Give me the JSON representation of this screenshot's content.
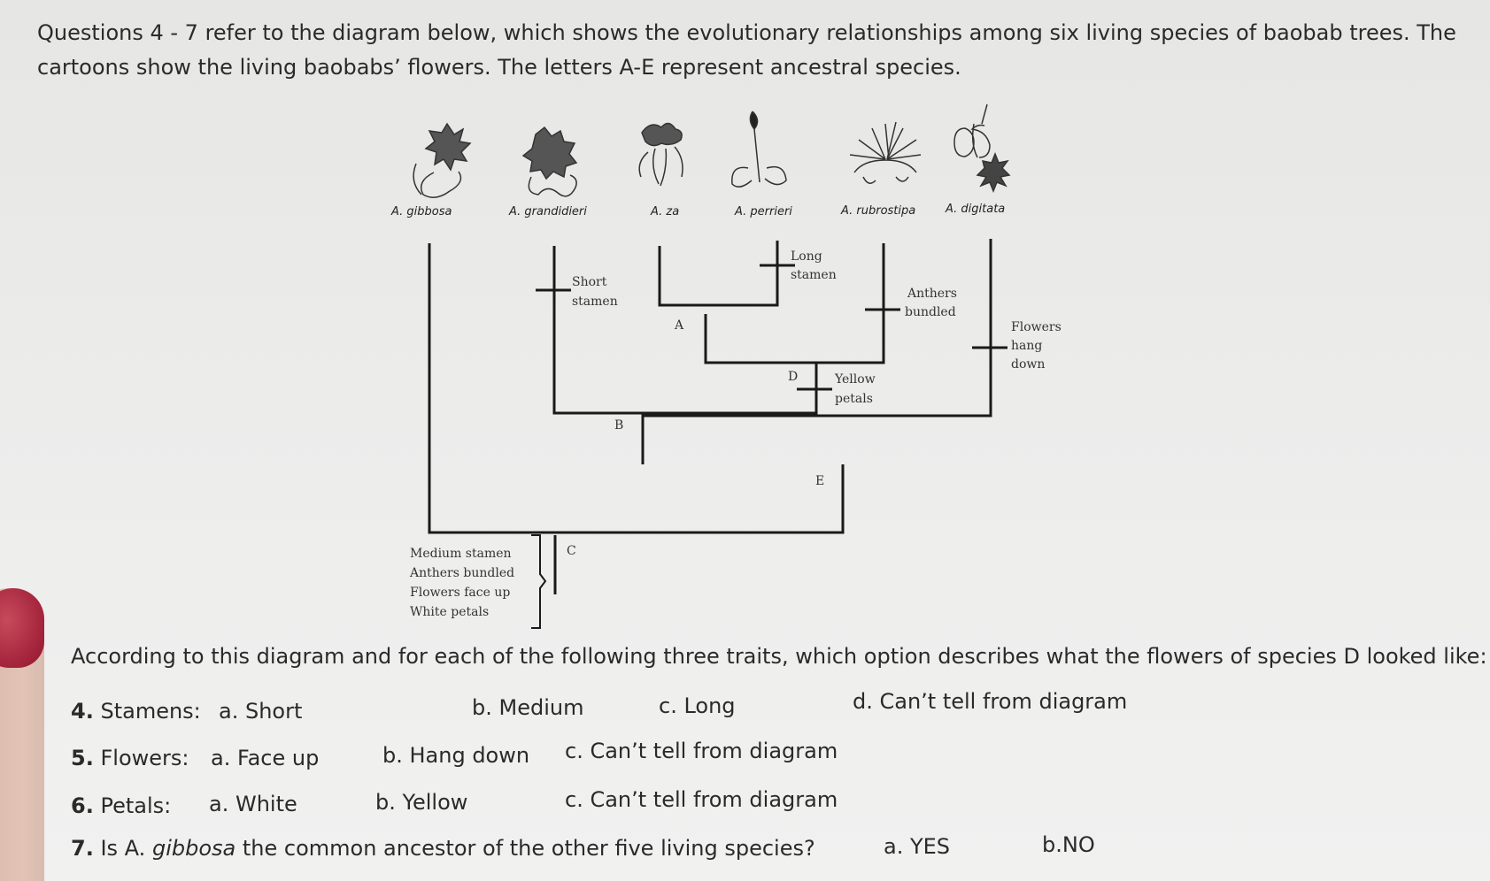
{
  "intro": "Questions 4 - 7 refer to the diagram below, which shows the evolutionary relationships among six living species of baobab trees. The cartoons show the living baobabs’ flowers. The letters A-E represent ancestral species.",
  "diagram": {
    "species": [
      "A. gibbosa",
      "A. grandidieri",
      "A. za",
      "A. perrieri",
      "A. rubrostipa",
      "A. digitata"
    ],
    "traits": {
      "short_stamen": [
        "Short",
        "stamen"
      ],
      "long_stamen": [
        "Long",
        "stamen"
      ],
      "anthers_bundled": [
        "Anthers",
        "bundled"
      ],
      "flowers_hang_down": [
        "Flowers",
        "hang",
        "down"
      ],
      "yellow_petals": [
        "Yellow",
        "petals"
      ],
      "root_traits": [
        "Medium stamen",
        "Anthers bundled",
        "Flowers face up",
        "White petals"
      ]
    },
    "nodes": {
      "a": "A",
      "b": "B",
      "c": "C",
      "d": "D",
      "e": "E"
    }
  },
  "prompt": "According to this diagram and for each of the following three traits, which option describes what the flowers of species D looked like:",
  "q4": {
    "num": "4.",
    "label": "Stamens:",
    "a": "a. Short",
    "b": "b. Medium",
    "c": "c. Long",
    "d": "d. Can’t tell from diagram"
  },
  "q5": {
    "num": "5.",
    "label": "Flowers:",
    "a": "a. Face up",
    "b": "b. Hang down",
    "c": "c. Can’t tell from diagram"
  },
  "q6": {
    "num": "6.",
    "label": "Petals:",
    "a": "a. White",
    "b": "b. Yellow",
    "c": "c. Can’t tell from diagram"
  },
  "q7": {
    "num": "7.",
    "pre": "Is A.",
    "italic": "gibbosa",
    "post": "the common ancestor of the other five living species?",
    "a": "a. YES",
    "b": "b.NO"
  }
}
